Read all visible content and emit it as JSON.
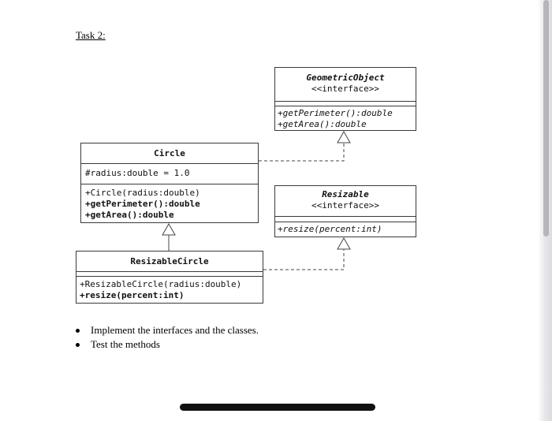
{
  "task": {
    "title": "Task 2:"
  },
  "classes": {
    "geometric_object": {
      "name": "GeometricObject",
      "stereotype": "<<interface>>",
      "methods": [
        "+getPerimeter():double",
        "+getArea():double"
      ]
    },
    "circle": {
      "name": "Circle",
      "attributes": [
        "#radius:double = 1.0"
      ],
      "methods": [
        "+Circle(radius:double)",
        "+getPerimeter():double",
        "+getArea():double"
      ]
    },
    "resizable": {
      "name": "Resizable",
      "stereotype": "<<interface>>",
      "methods": [
        "+resize(percent:int)"
      ]
    },
    "resizable_circle": {
      "name": "ResizableCircle",
      "methods": [
        "+ResizableCircle(radius:double)",
        "+resize(percent:int)"
      ]
    }
  },
  "bullets": [
    "Implement the interfaces and the classes.",
    "Test the methods"
  ]
}
